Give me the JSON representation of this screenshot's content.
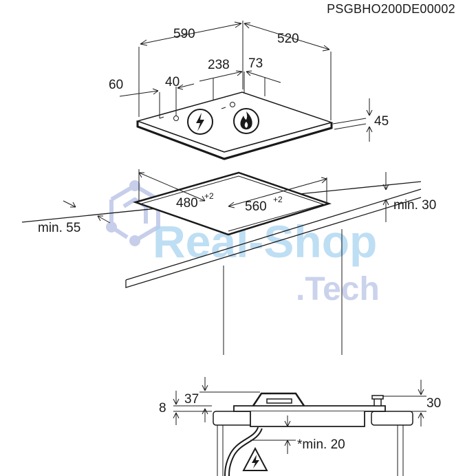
{
  "doc_code": "PSGBHO200DE00002",
  "hob": {
    "width": "590",
    "depth": "520",
    "d238": "238",
    "d73": "73",
    "d60": "60",
    "d40": "40",
    "height": "45"
  },
  "cutout": {
    "w_base": "480",
    "w_tol": "+2",
    "d_base": "560",
    "d_tol": "+2",
    "min_front": "min. 55",
    "min_wall": "min. 30"
  },
  "section": {
    "d8": "8",
    "d37": "37",
    "d30": "30",
    "clearance": "*min. 20"
  },
  "watermark": {
    "line1": "Real-Shop",
    "line2": ".Tech"
  },
  "icons": {
    "electric": "lightning-icon",
    "gas": "flame-icon",
    "warning": "electric-warning-icon"
  }
}
